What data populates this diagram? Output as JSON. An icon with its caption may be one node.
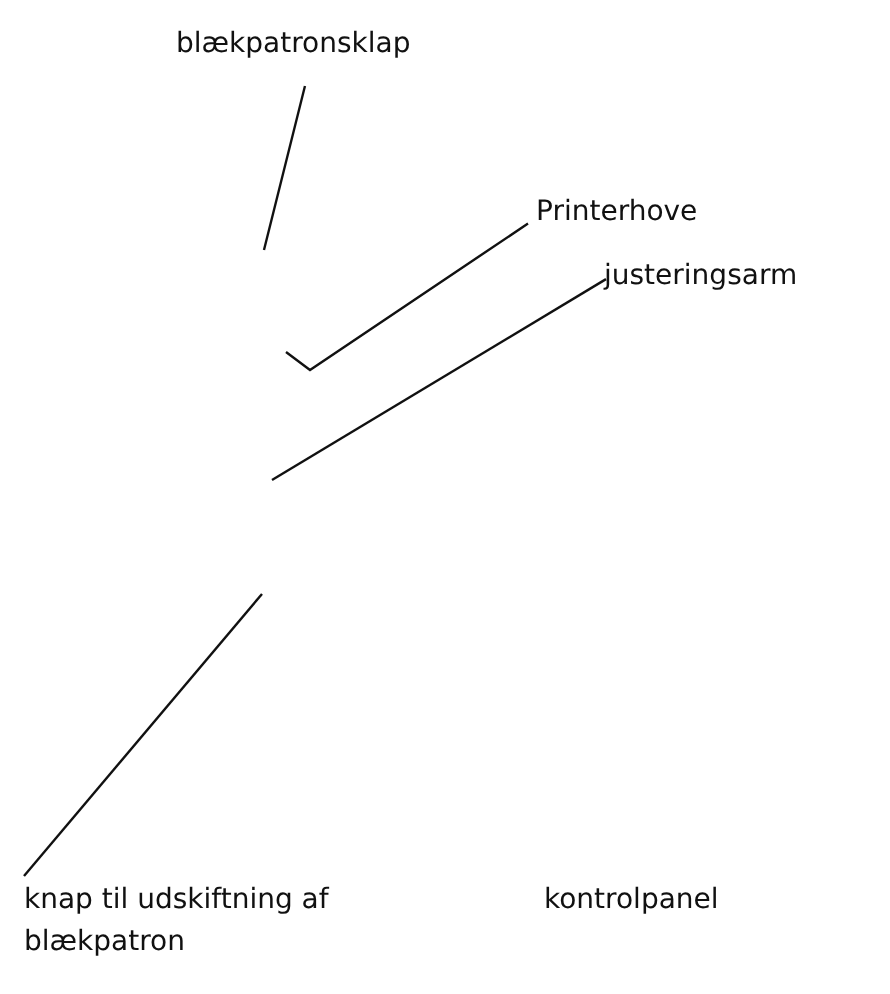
{
  "diagram": {
    "nodes": [
      {
        "text": [
          "blækpatronsklap"
        ]
      },
      {
        "text": [
          "Printerhove"
        ]
      },
      {
        "text": [
          "justeringsarm"
        ]
      },
      {
        "text": [
          "knap til udskiftning af blækpatron"
        ]
      }
    ],
    "edges": [
      {
        "from": 0,
        "to": null,
        "arrow": "none"
      },
      {
        "from": 1,
        "to": null,
        "arrow": "none"
      },
      {
        "from": 2,
        "to": null,
        "arrow": "none"
      },
      {
        "from": 3,
        "to": null,
        "arrow": "none"
      }
    ],
    "labels": [
      "kontrolpanel"
    ]
  }
}
